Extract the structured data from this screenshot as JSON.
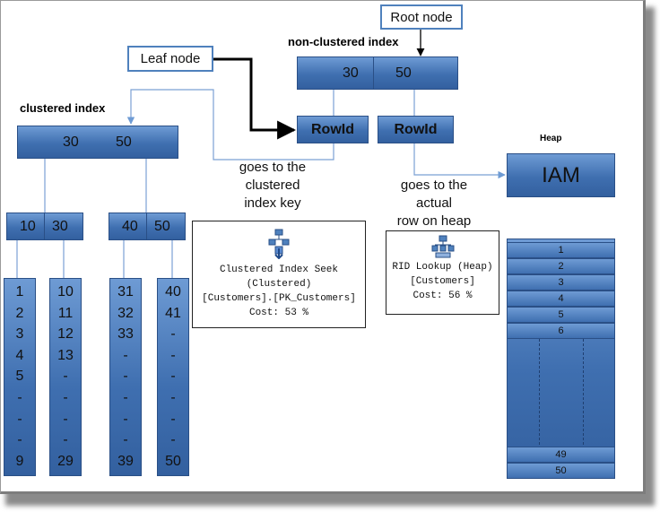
{
  "labels": {
    "clustered_index": "clustered index",
    "non_clustered_index": "non-clustered index",
    "heap": "Heap",
    "root_node": "Root node",
    "leaf_node": "Leaf node",
    "goes_to_clustered_key": [
      "goes to the",
      "clustered",
      "index key"
    ],
    "goes_to_actual_row": [
      "goes to the",
      "actual",
      "row on heap"
    ]
  },
  "nonclustered_root": [
    "30",
    "50"
  ],
  "rowid": "RowId",
  "iam": "IAM",
  "clustered_root": [
    "30",
    "50"
  ],
  "clustered_intermediate": [
    [
      "10",
      "30"
    ],
    [
      "40",
      "50"
    ]
  ],
  "clustered_leaves": [
    [
      "1",
      "2",
      "3",
      "4",
      "5",
      "-",
      "-",
      "-",
      "9"
    ],
    [
      "10",
      "11",
      "12",
      "13",
      "-",
      "-",
      "-",
      "-",
      "29"
    ],
    [
      "31",
      "32",
      "33",
      "-",
      "-",
      "-",
      "-",
      "-",
      "39"
    ],
    [
      "40",
      "41",
      "-",
      "-",
      "-",
      "-",
      "-",
      "-",
      "50"
    ]
  ],
  "plan_clustered": {
    "op": "Clustered Index Seek (Clustered)",
    "object": "[Customers].[PK_Customers]",
    "cost": "Cost: 53 %"
  },
  "plan_rid": {
    "op": "RID Lookup (Heap)",
    "object": "[Customers]",
    "cost": "Cost: 56 %"
  },
  "heap_pages_top": [
    "1",
    "2",
    "3",
    "4",
    "5",
    "6"
  ],
  "heap_pages_bottom": [
    "49",
    "50"
  ],
  "colors": {
    "node_blue": "#4f81bd",
    "node_dark": "#2a4f86",
    "arrow": "#000000"
  }
}
